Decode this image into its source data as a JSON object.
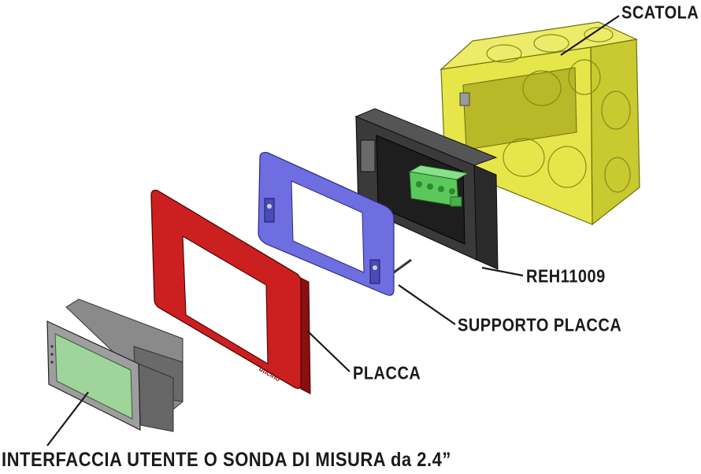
{
  "labels": {
    "scatola": "SCATOLA",
    "reh": "REH11009",
    "supporto": "SUPPORTO PLACCA",
    "placca": "PLACCA",
    "interfaccia": "INTERFACCIA UTENTE O SONDA DI MISURA da 2.4”"
  },
  "brand_mark": "bticino",
  "colors": {
    "box_yellow": "#e8e84a",
    "holder_black": "#3a3a3a",
    "terminal_green": "#5cc85c",
    "support_blue": "#6a6ad8",
    "plate_red": "#c81e1e",
    "device_gray": "#7a7a7a",
    "screen_green": "#9fd49a"
  }
}
